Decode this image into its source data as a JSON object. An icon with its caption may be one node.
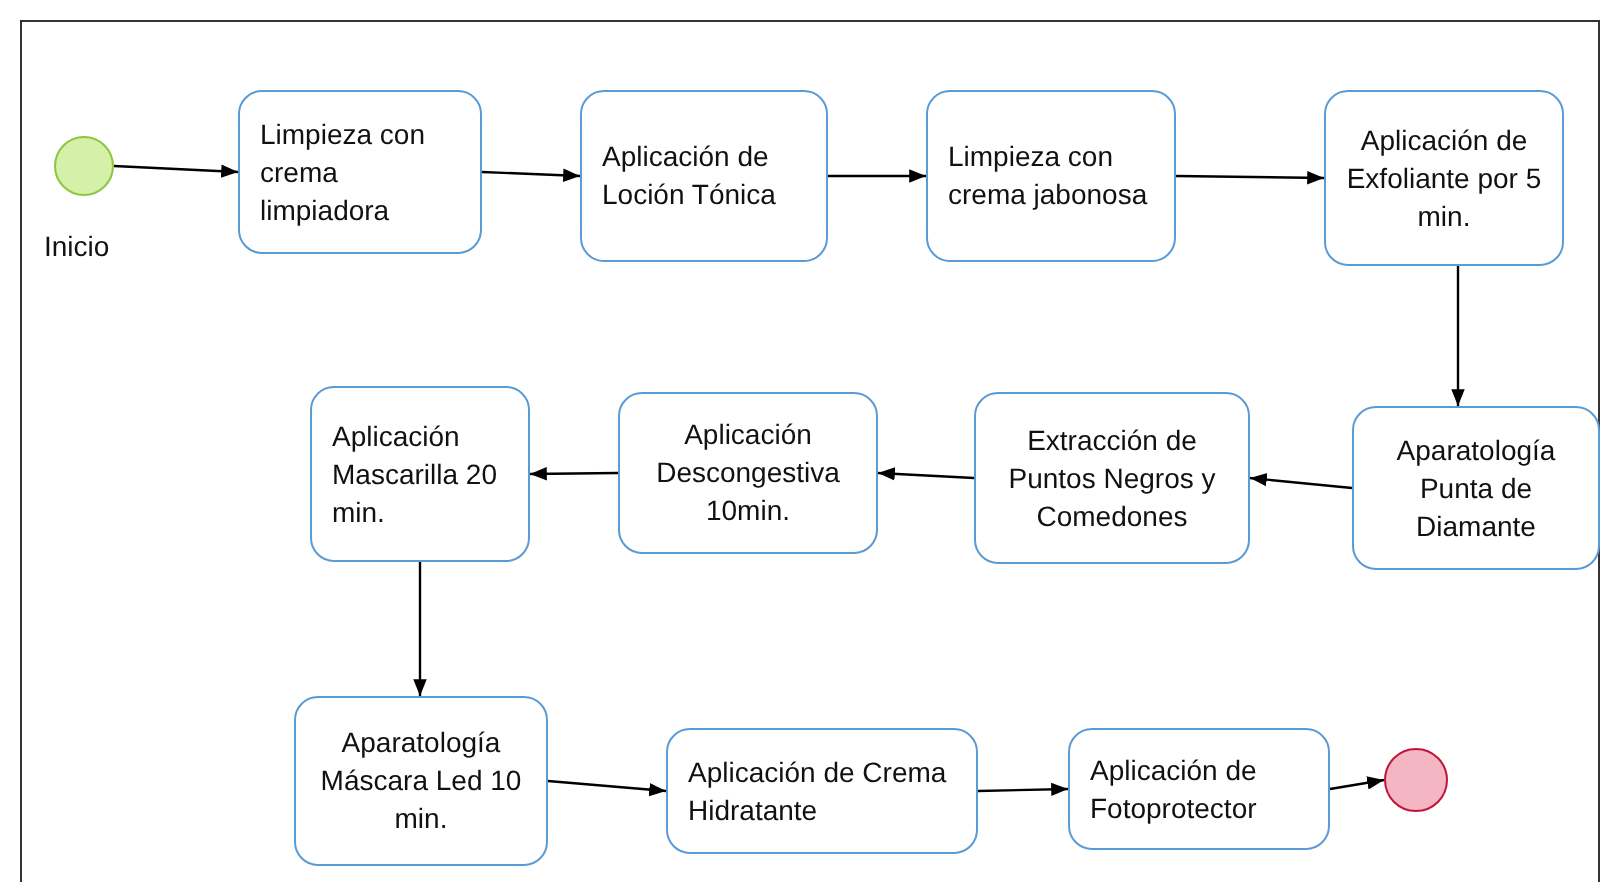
{
  "diagram": {
    "nodes": [
      {
        "text": [],
        "shape": "circle",
        "beside": [
          "Inicio"
        ]
      },
      {
        "text": [
          "Limpieza con crema limpiadora"
        ]
      },
      {
        "text": [
          "Aplicación de Loción Tónica"
        ]
      },
      {
        "text": [
          "Limpieza con crema jabonosa"
        ]
      },
      {
        "text": [
          "Aplicación de Exfoliante por 5 min."
        ]
      },
      {
        "text": [
          "Aparatología Punta de Diamante"
        ]
      },
      {
        "text": [
          "Extracción de Puntos Negros y Comedones"
        ]
      },
      {
        "text": [
          "Aplicación Descongestiva 10min."
        ]
      },
      {
        "text": [
          "Aplicación Mascarilla 20 min."
        ]
      },
      {
        "text": [
          "Aparatología Máscara Led 10 min."
        ]
      },
      {
        "text": [
          "Aplicación de Crema Hidratante"
        ]
      },
      {
        "text": [
          "Aplicación de Fotoprotector"
        ]
      },
      {
        "text": [],
        "shape": "circle"
      }
    ],
    "edges": [
      {
        "from": 0,
        "to": 1,
        "arrow": "to"
      },
      {
        "from": 1,
        "to": 2,
        "arrow": "to"
      },
      {
        "from": 2,
        "to": 3,
        "arrow": "to"
      },
      {
        "from": 3,
        "to": 4,
        "arrow": "to"
      },
      {
        "from": 4,
        "to": 5,
        "arrow": "to"
      },
      {
        "from": 5,
        "to": 6,
        "arrow": "to"
      },
      {
        "from": 6,
        "to": 7,
        "arrow": "to"
      },
      {
        "from": 7,
        "to": 8,
        "arrow": "to"
      },
      {
        "from": 8,
        "to": 9,
        "arrow": "to"
      },
      {
        "from": 9,
        "to": 10,
        "arrow": "to"
      },
      {
        "from": 10,
        "to": 11,
        "arrow": "to"
      },
      {
        "from": 11,
        "to": 12,
        "arrow": "to"
      }
    ]
  }
}
